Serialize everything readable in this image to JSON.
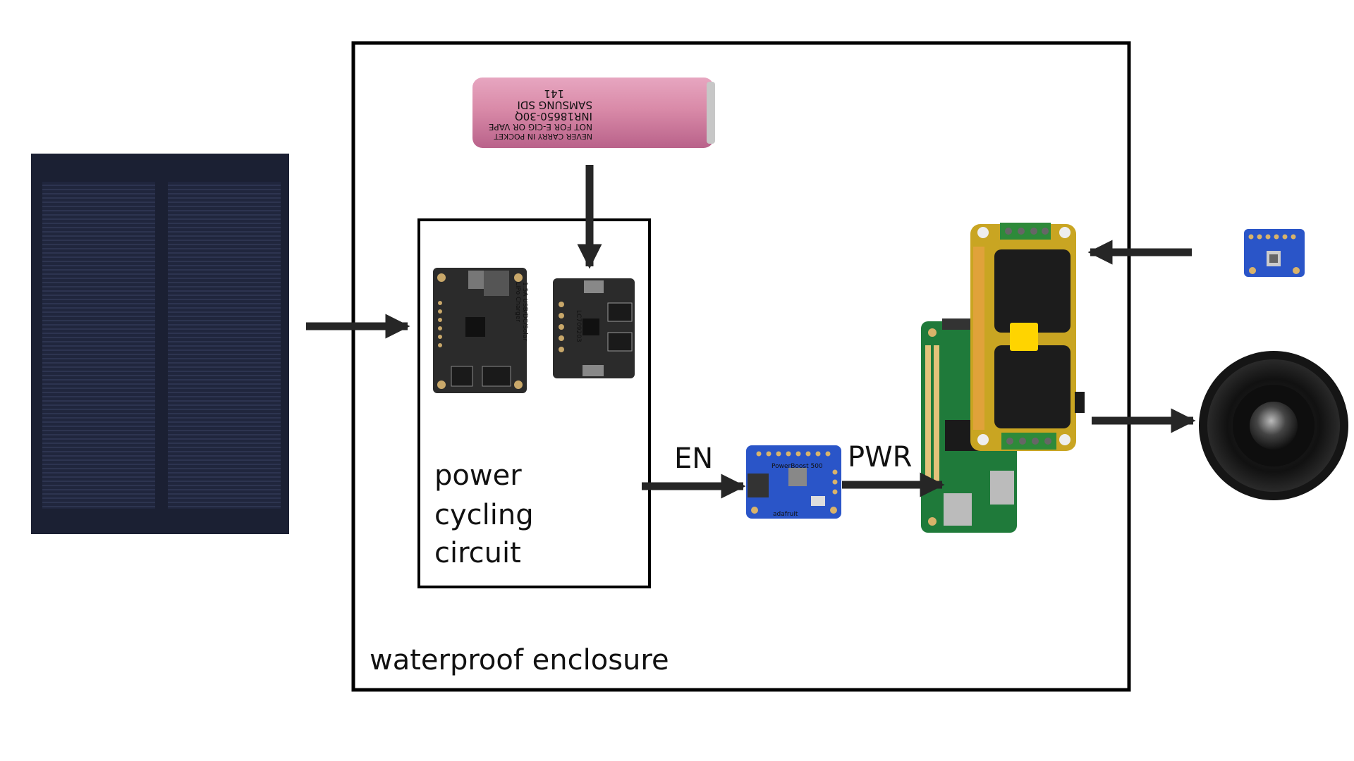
{
  "labels": {
    "enable": "EN",
    "power": "PWR",
    "circuit_line1": "power",
    "circuit_line2": "cycling",
    "circuit_line3": "circuit",
    "enclosure": "waterproof enclosure"
  },
  "components": {
    "battery": {
      "print_lines": [
        "NEVER CARRY IN POCKET",
        "NOT FOR E-CIG OR VAPE",
        "INR18650-30Q",
        "SAMSUNG SDI",
        "141"
      ]
    },
    "charger": {
      "print_lines": [
        "1.5A USB/DC/Solar",
        "LiPo Charger"
      ]
    },
    "fuel_gauge": {
      "print_lines": [
        "LC709203"
      ]
    },
    "boost": {
      "print_lines": [
        "PowerBoost 500",
        "adafruit"
      ]
    }
  },
  "colors": {
    "arrow": "#262626",
    "frame": "#000000",
    "battery_pink": "#d98aa8",
    "solar_dark": "#1b2033",
    "pcb_blue": "#2a55c8",
    "pcb_green": "#1f7a3a",
    "hat_yellow": "#c9a522"
  }
}
